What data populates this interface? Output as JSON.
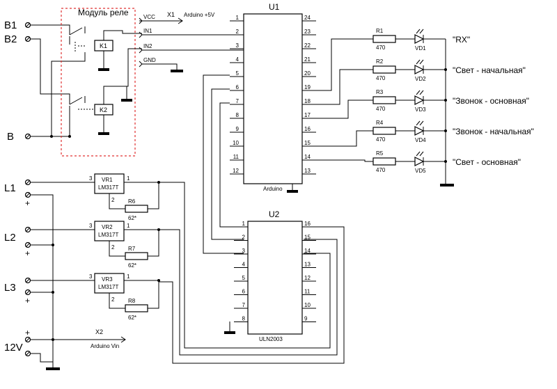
{
  "terminals": {
    "b1": "B1",
    "b2": "B2",
    "b": "B",
    "l1": "L1",
    "l2": "L2",
    "l3": "L3",
    "v12": "12V",
    "plus": "+"
  },
  "relay_module": {
    "title": "Модуль реле",
    "k1": "K1",
    "k2": "K2",
    "pins": {
      "vcc": "VCC",
      "in1": "IN1",
      "in2": "IN2",
      "gnd": "GND"
    }
  },
  "connectors": {
    "x1": "X1",
    "x1_label": "Arduino +5V",
    "x2": "X2",
    "x2_label": "Arduino Vin"
  },
  "u1": {
    "ref": "U1",
    "name": "Arduino",
    "left_pins": [
      "1",
      "2",
      "3",
      "4",
      "5",
      "6",
      "7",
      "8",
      "9",
      "10",
      "11",
      "12"
    ],
    "right_pins": [
      "24",
      "23",
      "22",
      "21",
      "20",
      "19",
      "18",
      "17",
      "16",
      "15",
      "14",
      "13"
    ]
  },
  "u2": {
    "ref": "U2",
    "name": "ULN2003",
    "left_pins": [
      "1",
      "2",
      "3",
      "4",
      "5",
      "6",
      "7",
      "8"
    ],
    "right_pins": [
      "16",
      "15",
      "14",
      "13",
      "12",
      "11",
      "10",
      "9"
    ]
  },
  "leds": [
    {
      "r": "R1",
      "rv": "470",
      "vd": "VD1",
      "label": "\"RX\""
    },
    {
      "r": "R2",
      "rv": "470",
      "vd": "VD2",
      "label": "\"Свет - начальная\""
    },
    {
      "r": "R3",
      "rv": "470",
      "vd": "VD3",
      "label": "\"Звонок - основная\""
    },
    {
      "r": "R4",
      "rv": "470",
      "vd": "VD4",
      "label": "\"Звонок - начальная\""
    },
    {
      "r": "R5",
      "rv": "470",
      "vd": "VD5",
      "label": "\"Свет - основная\""
    }
  ],
  "regulators": [
    {
      "ref": "VR1",
      "part": "LM317T",
      "r": "R6",
      "rv": "62*",
      "p3": "3",
      "p1": "1",
      "p2": "2"
    },
    {
      "ref": "VR2",
      "part": "LM317T",
      "r": "R7",
      "rv": "62*",
      "p3": "3",
      "p1": "1",
      "p2": "2"
    },
    {
      "ref": "VR3",
      "part": "LM317T",
      "r": "R8",
      "rv": "62*",
      "p3": "3",
      "p1": "1",
      "p2": "2"
    }
  ]
}
